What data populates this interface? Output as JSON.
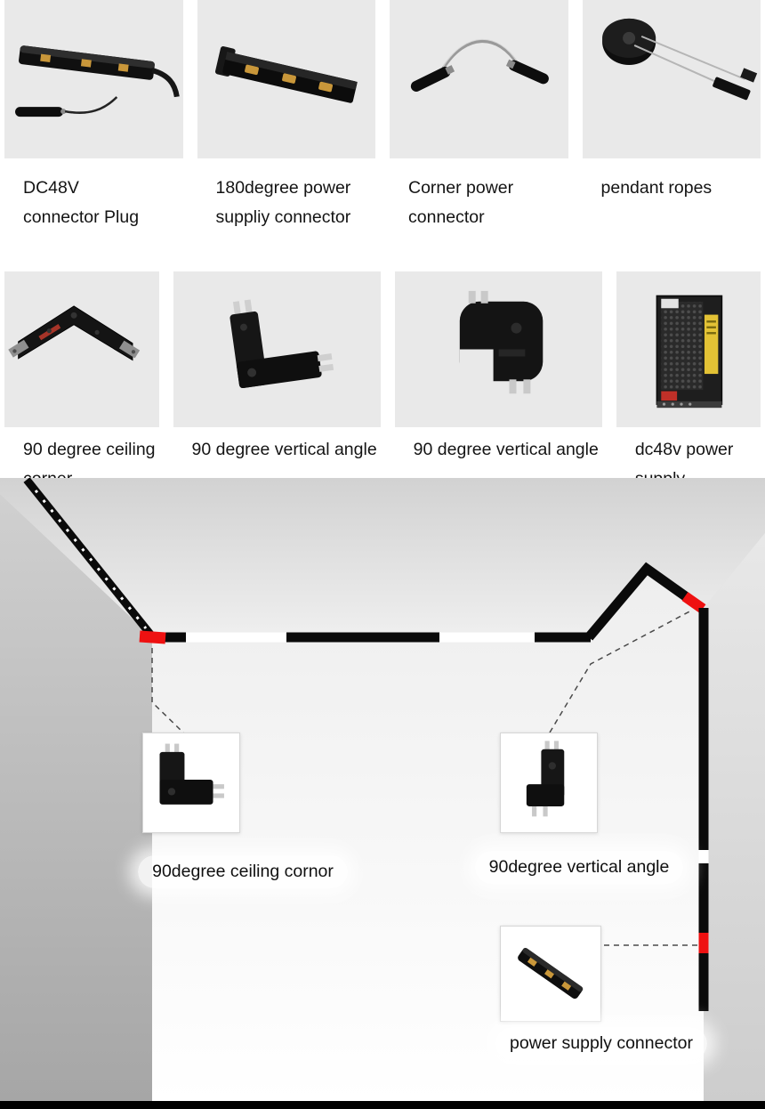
{
  "colors": {
    "card_background": "#e9e9e9",
    "track_black": "#0a0a0a",
    "accent_red": "#ee1111",
    "caption_text": "#141414"
  },
  "products": [
    {
      "id": "dc48v-connector-plug",
      "caption": [
        "DC48V",
        "connector Plug"
      ]
    },
    {
      "id": "180degree-power-supply-connector",
      "caption": [
        "180degree power",
        "suppliy connector"
      ]
    },
    {
      "id": "corner-power-connector",
      "caption": [
        "Corner power",
        "connector"
      ]
    },
    {
      "id": "pendant-ropes",
      "caption": [
        "pendant ropes"
      ]
    },
    {
      "id": "90-degree-ceiling-corner",
      "caption": [
        "90 degree ceiling",
        "corner"
      ]
    },
    {
      "id": "90-degree-vertical-angle",
      "caption": [
        "90 degree vertical angle"
      ]
    },
    {
      "id": "90-degree-vertical-angle-2",
      "caption": [
        "90 degree vertical angle"
      ]
    },
    {
      "id": "dc48v-power-supply",
      "caption": [
        "dc48v power",
        "supply"
      ]
    }
  ],
  "diagram": {
    "callouts": [
      {
        "id": "ceiling-corner",
        "label": "90degree ceiling cornor"
      },
      {
        "id": "vertical-angle",
        "label": "90degree vertical angle"
      },
      {
        "id": "power-supply-connector",
        "label": "power supply connector"
      }
    ]
  }
}
